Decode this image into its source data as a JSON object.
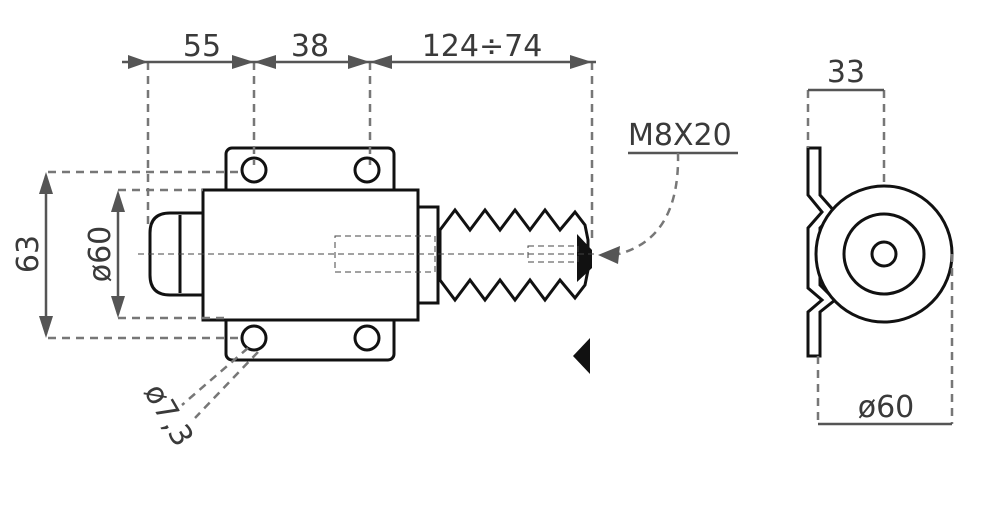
{
  "dimensions": {
    "top_dim_1": "55",
    "top_dim_2": "38",
    "top_dim_3": "124÷74",
    "thread_callout": "M8X20",
    "height_dim": "63",
    "diameter_body": "ø60",
    "hole_diameter": "ø7,3",
    "side_width": "33",
    "side_diameter": "ø60"
  },
  "colors": {
    "outline": "#111111",
    "dimension": "#555555",
    "text": "#3a3a3a"
  }
}
